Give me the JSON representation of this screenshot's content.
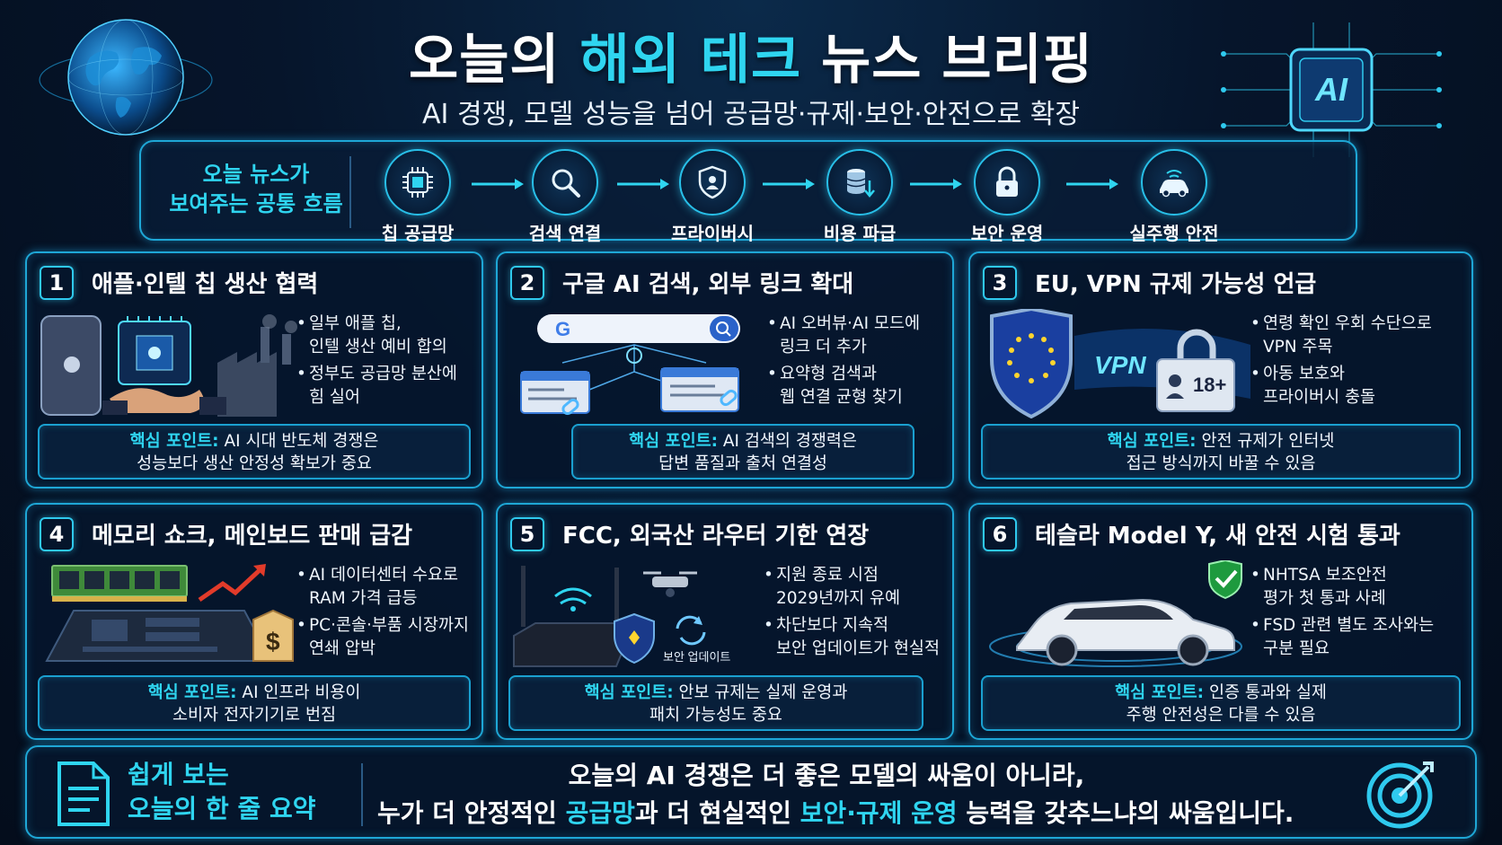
{
  "header": {
    "title_part1": "오늘의 ",
    "title_highlight": "해외 테크",
    "title_part2": " 뉴스 브리핑",
    "subtitle": "AI 경쟁, 모델 성능을 넘어 공급망·규제·보안·안전으로 확장",
    "badge": "AI"
  },
  "flow": {
    "label_line1": "오늘 뉴스가",
    "label_line2": "보여주는 공통 흐름",
    "steps": [
      {
        "label": "칩 공급망",
        "icon": "chip-icon"
      },
      {
        "label": "검색 연결",
        "icon": "magnifier-icon"
      },
      {
        "label": "프라이버시",
        "icon": "shield-user-icon"
      },
      {
        "label": "비용 파급",
        "icon": "coins-icon"
      },
      {
        "label": "보안 운영",
        "icon": "lock-icon"
      },
      {
        "label": "실주행 안전",
        "icon": "car-icon"
      }
    ]
  },
  "cards": [
    {
      "num": "1",
      "title": "애플·인텔 칩 생산 협력",
      "bullets": [
        "일부 애플 칩,\n인텔 생산 예비 합의",
        "정부도 공급망 분산에\n힘 실어"
      ],
      "key_label": "핵심 포인트:",
      "key_line1": " AI 시대 반도체 경쟁은",
      "key_line2": "성능보다 생산 안정성 확보가 중요"
    },
    {
      "num": "2",
      "title": "구글 AI 검색, 외부 링크 확대",
      "bullets": [
        "AI 오버뷰·AI 모드에\n링크 더 추가",
        "요약형 검색과\n웹 연결 균형 찾기"
      ],
      "key_label": "핵심 포인트:",
      "key_line1": " AI 검색의 경쟁력은",
      "key_line2": "답변 품질과 출처 연결성"
    },
    {
      "num": "3",
      "title": "EU, VPN 규제 가능성 언급",
      "bullets": [
        "연령 확인 우회 수단으로\nVPN 주목",
        "아동 보호와\n프라이버시 충돌"
      ],
      "key_label": "핵심 포인트:",
      "key_line1": " 안전 규제가 인터넷",
      "key_line2": "접근 방식까지 바꿀 수 있음",
      "vpn": "VPN",
      "age": "18+"
    },
    {
      "num": "4",
      "title": "메모리 쇼크, 메인보드 판매 급감",
      "bullets": [
        "AI 데이터센터 수요로\nRAM 가격 급등",
        "PC·콘솔·부품 시장까지\n연쇄 압박"
      ],
      "key_label": "핵심 포인트:",
      "key_line1": " AI 인프라 비용이",
      "key_line2": "소비자 전자기기로 번짐",
      "price": "$"
    },
    {
      "num": "5",
      "title": "FCC, 외국산 라우터 기한 연장",
      "bullets": [
        "지원 종료 시점\n2029년까지 유예",
        "차단보다 지속적\n보안 업데이트가 현실적"
      ],
      "key_label": "핵심 포인트:",
      "key_line1": " 안보 규제는 실제 운영과",
      "key_line2": "패치 가능성도 중요",
      "update_label": "보안 업데이트"
    },
    {
      "num": "6",
      "title": "테슬라 Model Y, 새 안전 시험 통과",
      "bullets": [
        "NHTSA 보조안전\n평가 첫 통과 사례",
        "FSD 관련 별도 조사와는\n구분 필요"
      ],
      "key_label": "핵심 포인트:",
      "key_line1": " 인증 통과와 실제",
      "key_line2": "주행 안전성은 다를 수 있음"
    }
  ],
  "summary": {
    "label_line1": "쉽게 보는",
    "label_line2": "오늘의 한 줄 요약",
    "line1": "오늘의 AI 경쟁은 더 좋은 모델의 싸움이 아니라,",
    "line2_a": "누가 더 안정적인 ",
    "line2_hl1": "공급망",
    "line2_b": "과 더 현실적인 ",
    "line2_hl2": "보안·규제 운영",
    "line2_c": " 능력을 갖추느냐의 싸움입니다."
  },
  "colors": {
    "accent": "#2fd5f0",
    "border": "#1ea7d6",
    "background": "#06152b"
  }
}
